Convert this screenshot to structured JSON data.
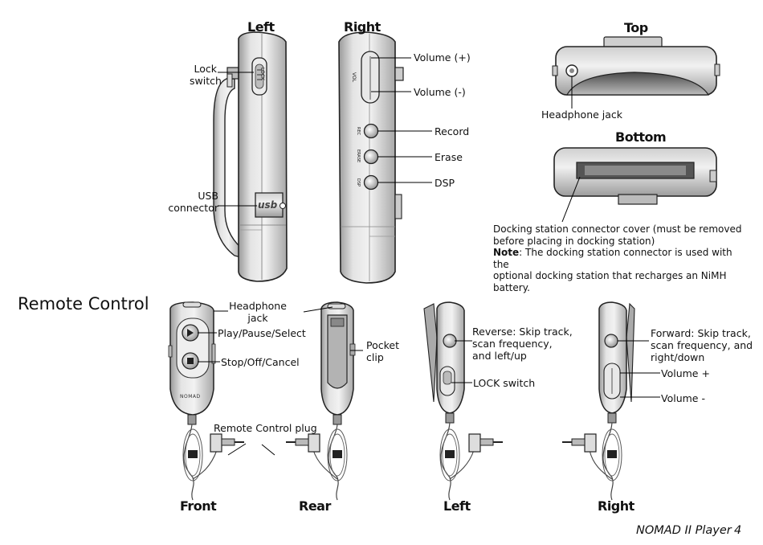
{
  "player": {
    "views": {
      "left": "Left",
      "right": "Right",
      "top": "Top",
      "bottom": "Bottom"
    },
    "callouts": {
      "lock_switch": [
        "Lock",
        "switch"
      ],
      "usb_connector": [
        "USB",
        "connector"
      ],
      "volume_plus": "Volume (+)",
      "volume_minus": "Volume (-)",
      "record": "Record",
      "erase": "Erase",
      "dsp": "DSP",
      "headphone_jack": "Headphone jack"
    },
    "device_labels": {
      "lock": "LOCK",
      "vol": "VOL",
      "rec": "REC",
      "erase": "ERASE",
      "dsp": "DSP",
      "usb": "usb"
    },
    "docking_note": {
      "line1": "Docking station connector cover (must be removed",
      "line2": "before placing in docking station)",
      "note_label": "Note",
      "line3": ": The docking station connector is used with the",
      "line4": "optional docking station that recharges an NiMH",
      "line5": "battery."
    }
  },
  "remote": {
    "section_title": "Remote Control",
    "brand": "NOMAD",
    "callouts": {
      "headphone_jack": [
        "Headphone",
        "jack"
      ],
      "play_pause": "Play/Pause/Select",
      "stop_off": "Stop/Off/Cancel",
      "pocket_clip": [
        "Pocket",
        "clip"
      ],
      "plug": "Remote Control plug",
      "reverse": [
        "Reverse:  Skip track,",
        "scan frequency,",
        "and left/up"
      ],
      "lock_switch": "LOCK switch",
      "forward": [
        "Forward:  Skip track,",
        "scan frequency, and",
        "right/down"
      ],
      "volume_plus": "Volume +",
      "volume_minus": "Volume -"
    },
    "views": {
      "front": "Front",
      "rear": "Rear",
      "left": "Left",
      "right": "Right"
    }
  },
  "footer": {
    "title": "NOMAD II Player",
    "page": "4"
  }
}
